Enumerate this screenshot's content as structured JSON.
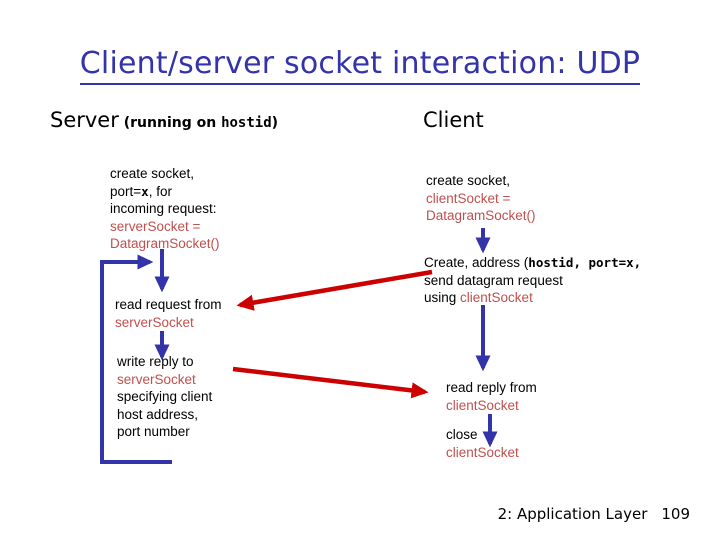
{
  "slide": {
    "title": "Client/server socket interaction: UDP",
    "title_color": "#3333aa",
    "code_color": "#c0504d",
    "arrow_blue": "#3333aa",
    "arrow_red": "#cc0000"
  },
  "columns": {
    "server": {
      "header_main": "Server",
      "header_paren_open": "(running on ",
      "header_mono": "hostid",
      "header_paren_close": ")"
    },
    "client": {
      "header_main": "Client"
    }
  },
  "server_steps": {
    "create": {
      "line1": "create socket,",
      "line2_pre": "port=",
      "line2_mono": "x",
      "line2_post": ", for",
      "line3": "incoming request:",
      "code1": "serverSocket =",
      "code2": "DatagramSocket()"
    },
    "read": {
      "line1": "read request from",
      "code1": "serverSocket"
    },
    "write": {
      "line1": "write reply to",
      "code1": "serverSocket",
      "line2": "specifying client",
      "line3": "host address,",
      "line4": "port number"
    }
  },
  "client_steps": {
    "create": {
      "line1": "create socket,",
      "code1": "clientSocket =",
      "code2": "DatagramSocket()"
    },
    "send": {
      "line1_pre": "Create, address (",
      "line1_mono": "hostid, port=x,",
      "line2": "send datagram request",
      "line3_pre": "using ",
      "line3_code": "clientSocket"
    },
    "read": {
      "line1": "read reply from",
      "code1": "clientSocket"
    },
    "close": {
      "line1": "close",
      "code1": "clientSocket"
    }
  },
  "footer": {
    "label": "2: Application Layer",
    "page": "109"
  }
}
